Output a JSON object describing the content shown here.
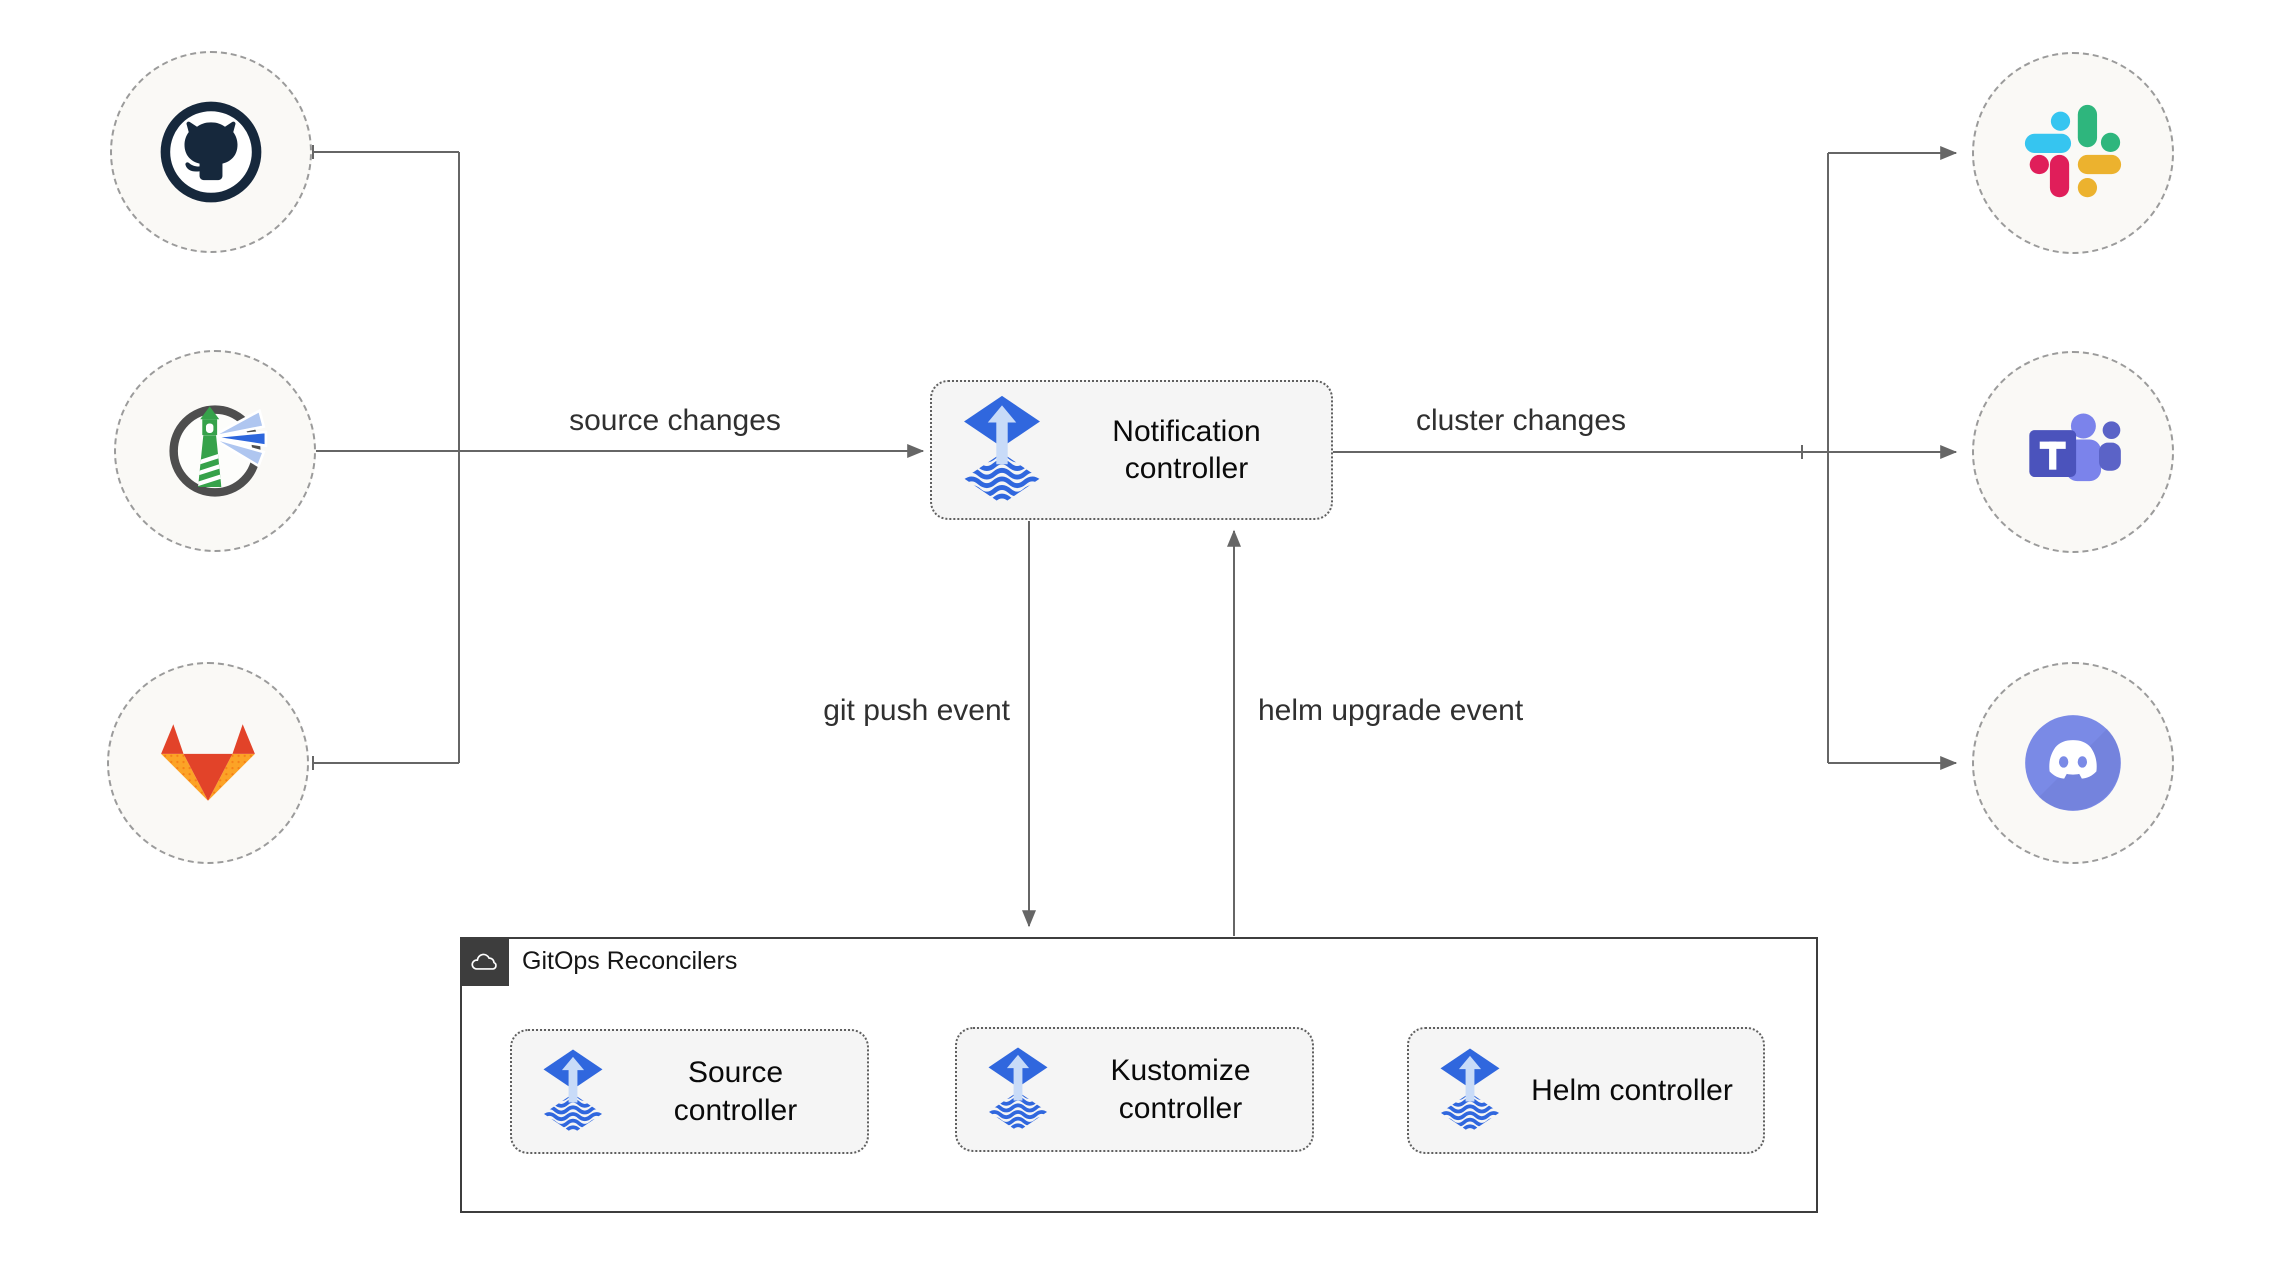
{
  "sources": [
    {
      "icon": "github-icon"
    },
    {
      "icon": "harbor-icon"
    },
    {
      "icon": "gitlab-icon"
    }
  ],
  "targets": [
    {
      "icon": "slack-icon"
    },
    {
      "icon": "microsoft-teams-icon"
    },
    {
      "icon": "discord-icon"
    }
  ],
  "notification_controller": {
    "label": "Notification controller",
    "icon": "flux-icon"
  },
  "edge_labels": {
    "source_changes": "source changes",
    "cluster_changes": "cluster changes",
    "git_push_event": "git push event",
    "helm_upgrade_event": "helm upgrade event"
  },
  "gitops_group": {
    "title": "GitOps Reconcilers",
    "icon": "cloud-icon",
    "controllers": [
      {
        "label": "Source controller",
        "icon": "flux-icon"
      },
      {
        "label": "Kustomize controller",
        "icon": "flux-icon"
      },
      {
        "label": "Helm controller",
        "icon": "flux-icon"
      }
    ]
  },
  "colors": {
    "connector": "#666666",
    "flux_blue": "#3067DE",
    "node_fill": "#faf9f6",
    "box_fill": "#f5f5f5",
    "group_border": "#3d3d3d",
    "slack": [
      "#36C5F0",
      "#2EB67D",
      "#E01E5A",
      "#ECB22E"
    ],
    "gitlab": [
      "#E24329",
      "#FCA326"
    ],
    "discord": "#7A8AE6",
    "teams": [
      "#4B53BC",
      "#7B83EB",
      "#5B63C7"
    ],
    "harbor_green": "#36A24A",
    "github_ink": "#16283C"
  }
}
